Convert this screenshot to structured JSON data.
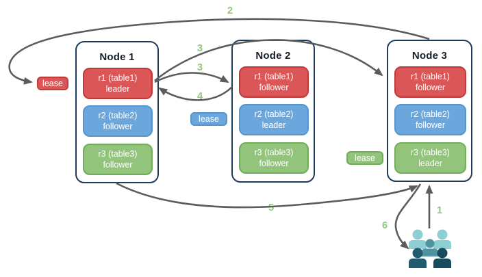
{
  "nodes": [
    {
      "title": "Node 1",
      "replicas": [
        {
          "line1": "r1 (table1)",
          "line2": "leader",
          "color_name": "red"
        },
        {
          "line1": "r2 (table2)",
          "line2": "follower",
          "color_name": "blue"
        },
        {
          "line1": "r3 (table3)",
          "line2": "follower",
          "color_name": "green"
        }
      ]
    },
    {
      "title": "Node 2",
      "replicas": [
        {
          "line1": "r1 (table1)",
          "line2": "follower",
          "color_name": "red"
        },
        {
          "line1": "r2 (table2)",
          "line2": "leader",
          "color_name": "blue"
        },
        {
          "line1": "r3 (table3)",
          "line2": "follower",
          "color_name": "green"
        }
      ]
    },
    {
      "title": "Node 3",
      "replicas": [
        {
          "line1": "r1 (table1)",
          "line2": "follower",
          "color_name": "red"
        },
        {
          "line1": "r2 (table2)",
          "line2": "follower",
          "color_name": "blue"
        },
        {
          "line1": "r3 (table3)",
          "line2": "leader",
          "color_name": "green"
        }
      ]
    }
  ],
  "leases": [
    {
      "label": "lease",
      "color_name": "red"
    },
    {
      "label": "lease",
      "color_name": "blue"
    },
    {
      "label": "lease",
      "color_name": "green"
    }
  ],
  "steps": {
    "s1": "1",
    "s2": "2",
    "s3a": "3",
    "s3b": "3",
    "s4": "4",
    "s5": "5",
    "s6": "6"
  },
  "icons": {
    "users_group": "users-icon"
  },
  "colors": {
    "replica_red": "#DB5757",
    "replica_red_border": "#C03A3A",
    "replica_blue": "#6BA7DC",
    "replica_blue_border": "#5694CE",
    "replica_green": "#92C47C",
    "replica_green_border": "#6FAD58",
    "node_border": "#1E3A5C",
    "arrow": "#5C5C5C",
    "step_label": "#93C47D",
    "users_light": "#8ECFD4",
    "users_mid": "#4F93A1",
    "users_dark": "#235B6E",
    "users_darkest": "#1A4A5E"
  }
}
